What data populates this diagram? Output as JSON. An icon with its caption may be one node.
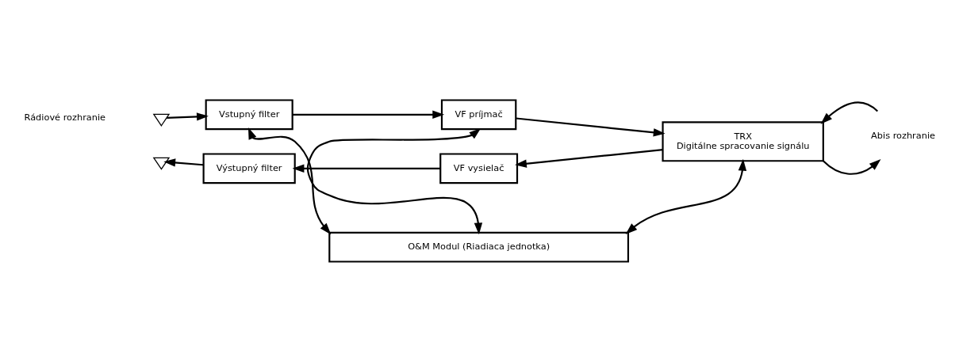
{
  "diagram": {
    "nodes": [
      {
        "text": [],
        "shape": "antenna"
      },
      {
        "text": [],
        "shape": "antenna"
      },
      {
        "text": [
          "Výstupný filter"
        ]
      },
      {
        "text": [
          "VF vysielač"
        ]
      },
      {
        "text": [
          "VF príjmač"
        ]
      },
      {
        "text": [
          "Vstupný filter"
        ]
      },
      {
        "text": [
          "TRX",
          "Digitálne spracovanie signálu"
        ]
      },
      {
        "text": [
          "O&M Modul (Riadiaca jednotka)"
        ]
      },
      {
        "text": [
          "Abis rozhranie"
        ]
      }
    ],
    "edges": [
      {
        "from": 2,
        "to": 1,
        "arrow": "to"
      },
      {
        "from": 0,
        "to": 5,
        "arrow": "to"
      },
      {
        "from": 3,
        "to": 2,
        "arrow": "to"
      },
      {
        "from": 5,
        "to": 4,
        "arrow": "to"
      },
      {
        "from": 6,
        "to": 3,
        "arrow": "to"
      },
      {
        "from": 4,
        "to": 6,
        "arrow": "to"
      },
      {
        "from": 8,
        "to": 6,
        "arrow": "to"
      },
      {
        "from": 6,
        "to": 8,
        "arrow": "to"
      },
      {
        "from": 5,
        "to": 7,
        "arrow": "both"
      },
      {
        "from": 4,
        "to": 7,
        "arrow": "both"
      },
      {
        "from": 6,
        "to": 7,
        "arrow": "both"
      }
    ],
    "labels": [
      "Rádiové rozhranie"
    ]
  }
}
